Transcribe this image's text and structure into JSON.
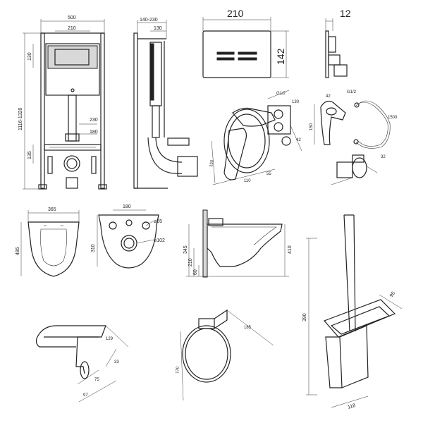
{
  "frame": {
    "width_label": "500",
    "inner_width_label": "210",
    "top_offset_label": "130",
    "height_label": "1116-1320",
    "pipe_height_1": "230",
    "pipe_height_2": "180",
    "bolt_height": "135",
    "side_depth_label": "140-230",
    "side_inner_label": "130"
  },
  "flush_plate": {
    "width_label": "210",
    "height_label": "142",
    "thickness_label": "12"
  },
  "toilet": {
    "width_label": "365",
    "length_label": "485",
    "hole_spacing_label": "180",
    "bolt_dia_label": "⌀55",
    "outlet_dia_label": "⌀102",
    "outlet_height_label": "310",
    "side_height_1": "345",
    "side_height_2": "210",
    "side_height_3": "60",
    "side_total_label": "410"
  },
  "brush_holder": {
    "height_label": "390",
    "depth_label": "95",
    "width_label": "118"
  },
  "paper_holder": {
    "dims": [
      "33",
      "75",
      "97",
      "129"
    ]
  },
  "towel_ring": {
    "dims": [
      "185",
      "170"
    ]
  },
  "mixer": {
    "dims": [
      "150",
      "110",
      "55",
      "G1/2",
      "130",
      "42"
    ]
  },
  "hygienic_shower": {
    "dims": [
      "150",
      "42",
      "G1/2",
      "1500",
      "32"
    ]
  }
}
